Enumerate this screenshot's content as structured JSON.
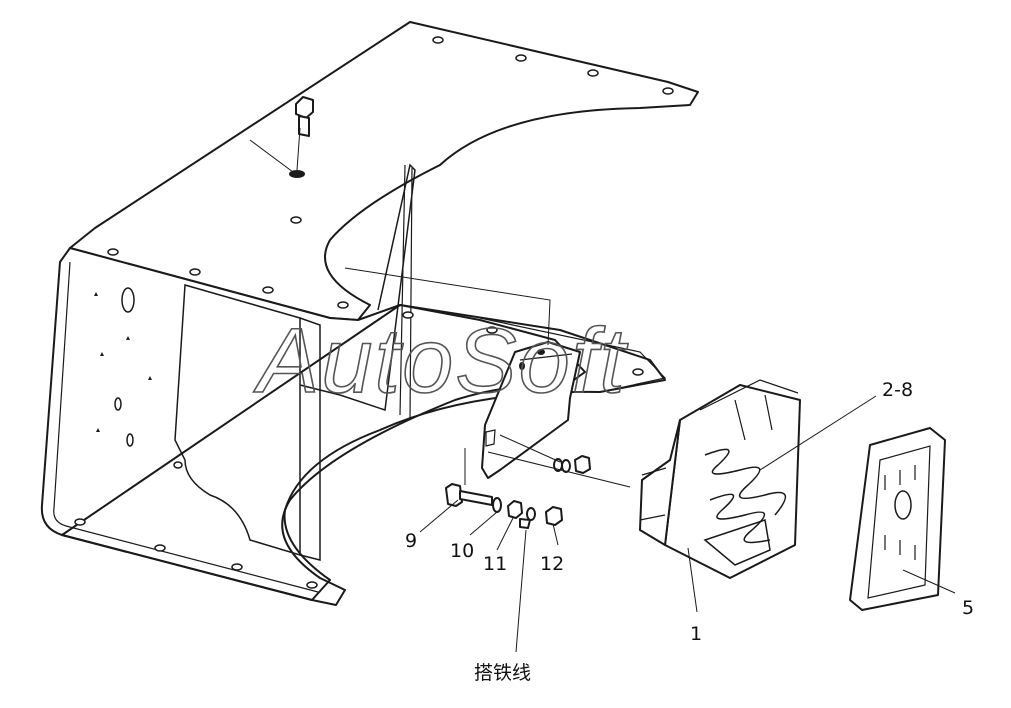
{
  "watermark": "AutoSoft",
  "callouts": [
    {
      "id": "2-8",
      "text": "2-8"
    },
    {
      "id": "5",
      "text": "5"
    },
    {
      "id": "1",
      "text": "1"
    },
    {
      "id": "9",
      "text": "9"
    },
    {
      "id": "10",
      "text": "10"
    },
    {
      "id": "11",
      "text": "11"
    },
    {
      "id": "12",
      "text": "12"
    },
    {
      "id": "ground",
      "text": "搭铁线"
    }
  ]
}
